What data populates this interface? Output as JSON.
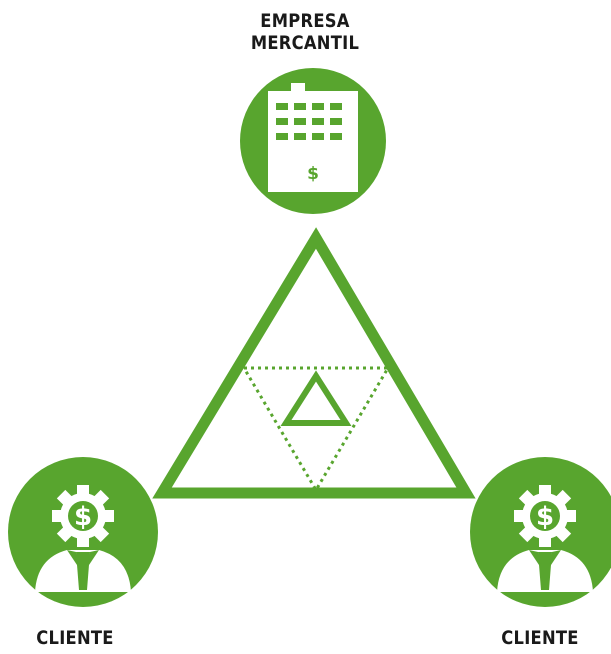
{
  "labels": {
    "top": "EMPRESA\nMERCANTIL",
    "bottom_left": "CLIENTE",
    "bottom_right": "CLIENTE"
  },
  "icons": {
    "top": "company-building-dollar-icon",
    "bottom_left": "client-gear-dollar-icon",
    "bottom_right": "client-gear-dollar-icon"
  },
  "colors": {
    "green": "#58a52e",
    "white": "#ffffff",
    "text": "#1a1a1a"
  },
  "symbols": {
    "currency": "$"
  }
}
